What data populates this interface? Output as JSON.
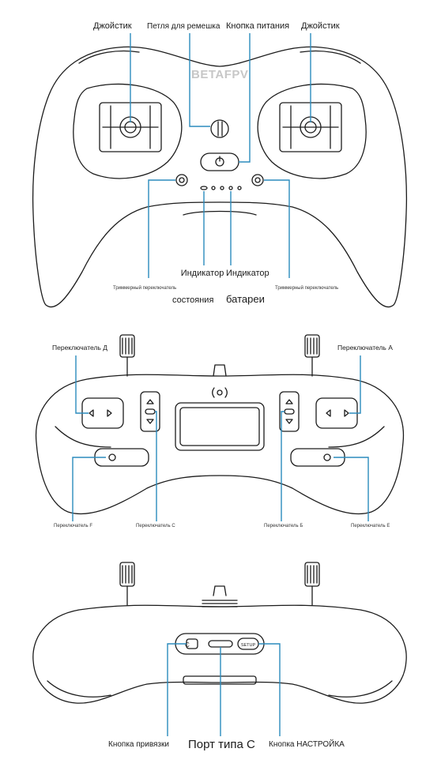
{
  "colors": {
    "outline": "#1c1c1c",
    "callout": "#2b8bbd",
    "background": "#ffffff"
  },
  "top_view": {
    "logo": "BETAFPV",
    "labels": {
      "joystick_left": "Джойстик",
      "strap_loop": "Петля для ремешка",
      "power_button": "Кнопка питания",
      "joystick_right": "Джойстик",
      "trim_left": "Триммерный переключатель",
      "status_indicator": [
        "Индикатор",
        "состояния"
      ],
      "battery_indicator": [
        "Индикатор",
        "батареи"
      ],
      "trim_right": "Триммерный переключатель"
    }
  },
  "front_view": {
    "labels": {
      "switch_d": "Переключатель Д",
      "switch_a": "Переключатель А",
      "switch_f": "Переключатель F",
      "switch_c": "Переключатель С",
      "switch_b": "Переключатель Б",
      "switch_e": "Переключатель Е"
    }
  },
  "bottom_view": {
    "port_marks": {
      "bind": "C",
      "setup": "SETUP"
    },
    "labels": {
      "bind_button": "Кнопка привязки",
      "usb_c_port": "Порт типа С",
      "setup_button": "Кнопка НАСТРОЙКА"
    }
  }
}
